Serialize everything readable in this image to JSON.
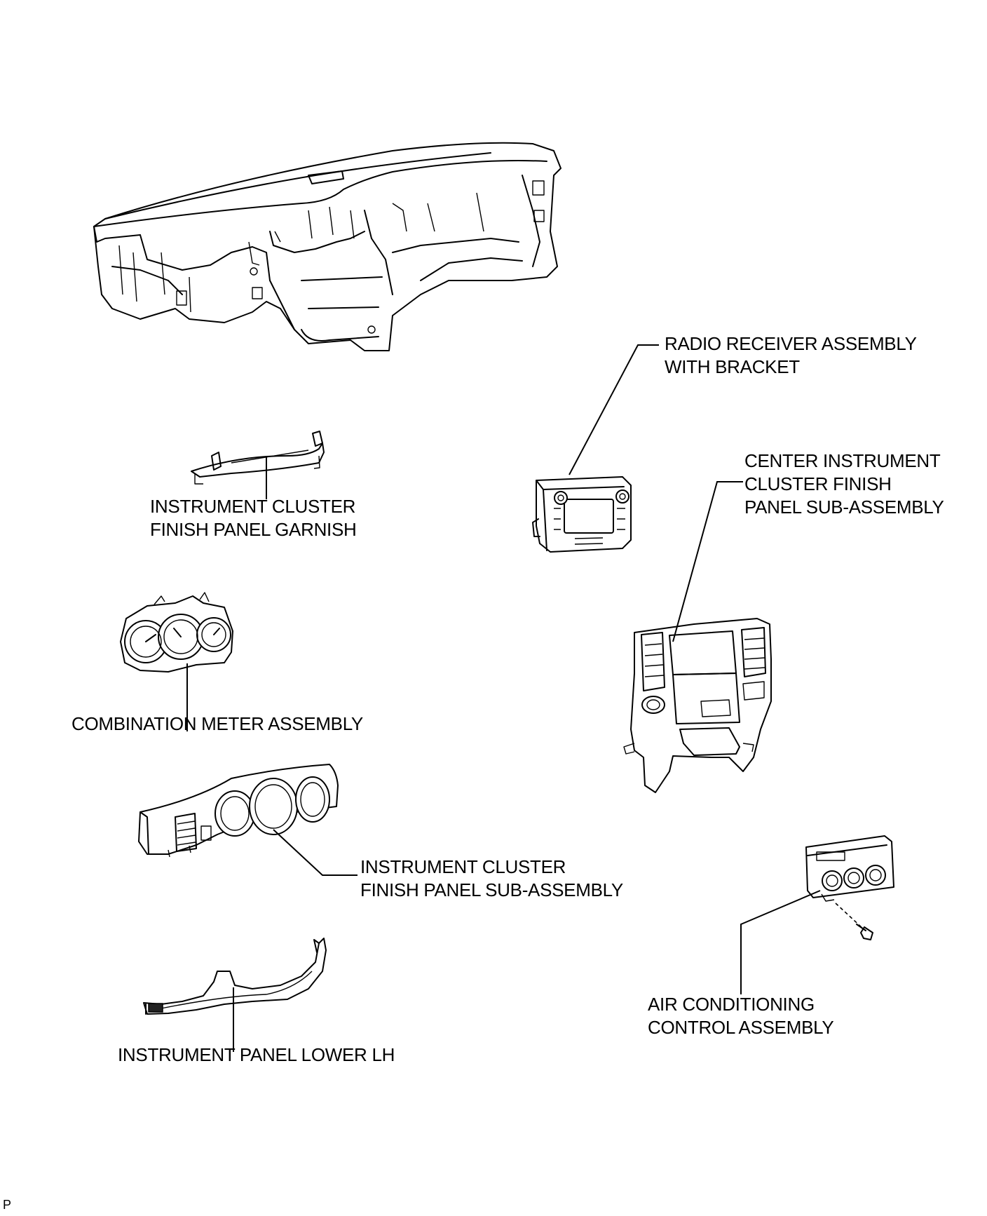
{
  "labels": {
    "radio": [
      "RADIO RECEIVER ASSEMBLY",
      "WITH BRACKET"
    ],
    "center_panel": [
      "CENTER INSTRUMENT",
      "CLUSTER FINISH",
      "PANEL SUB-ASSEMBLY"
    ],
    "garnish": [
      "INSTRUMENT CLUSTER",
      "FINISH PANEL GARNISH"
    ],
    "meter": [
      "COMBINATION METER ASSEMBLY"
    ],
    "cluster_panel": [
      "INSTRUMENT CLUSTER",
      "FINISH PANEL SUB-ASSEMBLY"
    ],
    "ac_control": [
      "AIR CONDITIONING",
      "CONTROL ASSEMBLY"
    ],
    "panel_lower": [
      "INSTRUMENT PANEL LOWER LH"
    ]
  },
  "figure_code": "P"
}
